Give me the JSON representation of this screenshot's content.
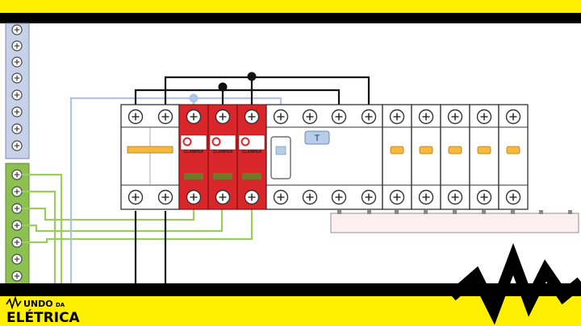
{
  "brand": {
    "line1": "UNDO",
    "line1_small": "DA",
    "line2": "ELÉTRICA"
  },
  "device_label": "CLAMPER",
  "test_button_label": "T",
  "colors": {
    "banner_yellow": "#ffef00",
    "frame_black": "#000000",
    "dps_red": "#d9262b",
    "neutral_bar_blue": "#c7d2ea",
    "ground_bar_green": "#8cc152",
    "ground_wire_green": "#9ccc5c",
    "neutral_wire_blue": "#aec4e6",
    "indicator_amber": "#f6b93b",
    "indicator_olive": "#6f7a28",
    "test_button_blue": "#b7cdea",
    "busbar_pink": "#fbeff0"
  },
  "icons": {
    "terminal": "screw-terminal-icon",
    "dps_logo": "clamper-logo-icon",
    "brand_wave": "zigzag-wave-icon"
  }
}
